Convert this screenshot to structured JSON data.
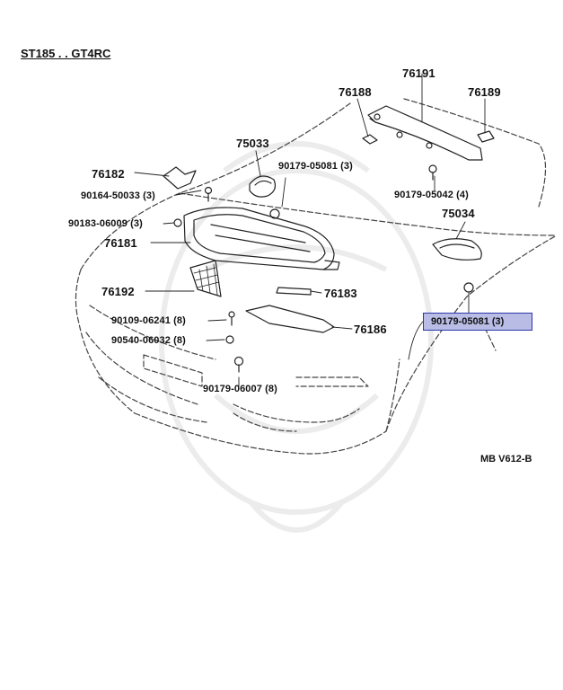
{
  "diagram": {
    "title": "ST185 . . GT4RC",
    "reference": "MB V612-B",
    "highlighted_part": {
      "label": "90179-05081 (3)"
    },
    "part_labels": [
      {
        "id": "76191",
        "text": "76191",
        "kind": "part"
      },
      {
        "id": "76188",
        "text": "76188",
        "kind": "part"
      },
      {
        "id": "76189",
        "text": "76189",
        "kind": "part"
      },
      {
        "id": "75033",
        "text": "75033",
        "kind": "part"
      },
      {
        "id": "76182",
        "text": "76182",
        "kind": "part"
      },
      {
        "id": "90179-05081-upper",
        "text": "90179-05081 (3)",
        "kind": "fastener"
      },
      {
        "id": "90164-50033",
        "text": "90164-50033 (3)",
        "kind": "fastener"
      },
      {
        "id": "90179-05042",
        "text": "90179-05042 (4)",
        "kind": "fastener"
      },
      {
        "id": "90183-06009",
        "text": "90183-06009 (3)",
        "kind": "fastener"
      },
      {
        "id": "75034",
        "text": "75034",
        "kind": "part"
      },
      {
        "id": "76181",
        "text": "76181",
        "kind": "part"
      },
      {
        "id": "76192",
        "text": "76192",
        "kind": "part"
      },
      {
        "id": "76183",
        "text": "76183",
        "kind": "part"
      },
      {
        "id": "90109-06241",
        "text": "90109-06241 (8)",
        "kind": "fastener"
      },
      {
        "id": "76186",
        "text": "76186",
        "kind": "part"
      },
      {
        "id": "90540-06032",
        "text": "90540-06032 (8)",
        "kind": "fastener"
      },
      {
        "id": "90179-06007",
        "text": "90179-06007 (8)",
        "kind": "fastener"
      }
    ]
  }
}
